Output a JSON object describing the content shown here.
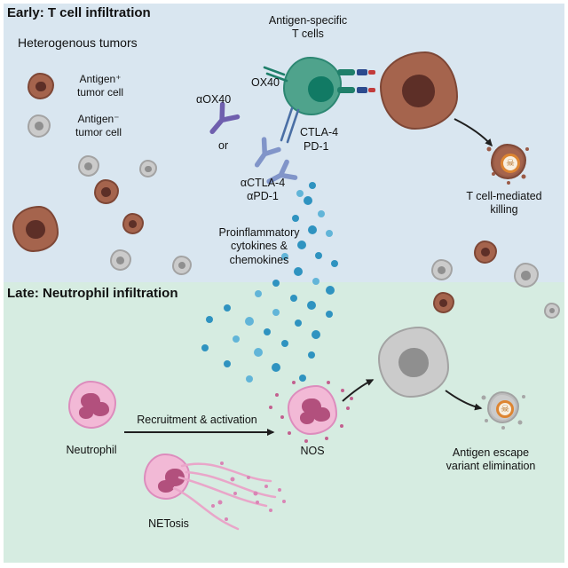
{
  "colors": {
    "bg_top": "#d9e6f0",
    "bg_bottom": "#d6ece1",
    "tumor_pos": "#a5644d",
    "tumor_pos_dark": "#7e4736",
    "tumor_pos_nuc": "#5d2f27",
    "tumor_neg": "#cbcbcb",
    "tumor_neg_dark": "#a3a3a3",
    "tumor_neg_nuc": "#8f8f8f",
    "tcell": "#4fa38c",
    "tcell_dark": "#2c8772",
    "tcell_nuc": "#117a64",
    "neutrophil": "#f2b9d6",
    "neutrophil_dark": "#dd8cbd",
    "neutrophil_nuc": "#b2507d",
    "cytokine": "#2f93c0",
    "cytokine_light": "#62b5d8",
    "antibody_purple": "#6f5fae",
    "antibody_blue": "#8195c9",
    "ring_orange": "#dd8531",
    "arrow": "#1f1f1f"
  },
  "icons": {
    "skull": "☠"
  },
  "top": {
    "title": "Early: T cell infiltration",
    "tumors_label": "Heterogenous tumors",
    "legend": {
      "antigen_pos": [
        "Antigen⁺",
        "tumor cell"
      ],
      "antigen_neg": [
        "Antigen⁻",
        "tumor cell"
      ]
    },
    "tcells_label": [
      "Antigen-specific",
      "T cells"
    ],
    "receptors": {
      "ox40": "OX40",
      "ctla4": "CTLA-4",
      "pd1": "PD-1"
    },
    "antibodies": {
      "aox40": "αOX40",
      "or": "or",
      "actla4": "αCTLA-4",
      "apd1": "αPD-1"
    },
    "cytokines_label": [
      "Proinflammatory",
      "cytokines &",
      "chemokines"
    ],
    "killing_label": [
      "T cell-mediated",
      "killing"
    ]
  },
  "bottom": {
    "title": "Late: Neutrophil infiltration",
    "neutrophil_label": "Neutrophil",
    "recruitment_label": "Recruitment & activation",
    "nos_label": "NOS",
    "netosis_label": "NETosis",
    "elimination_label": [
      "Antigen escape",
      "variant elimination"
    ]
  }
}
